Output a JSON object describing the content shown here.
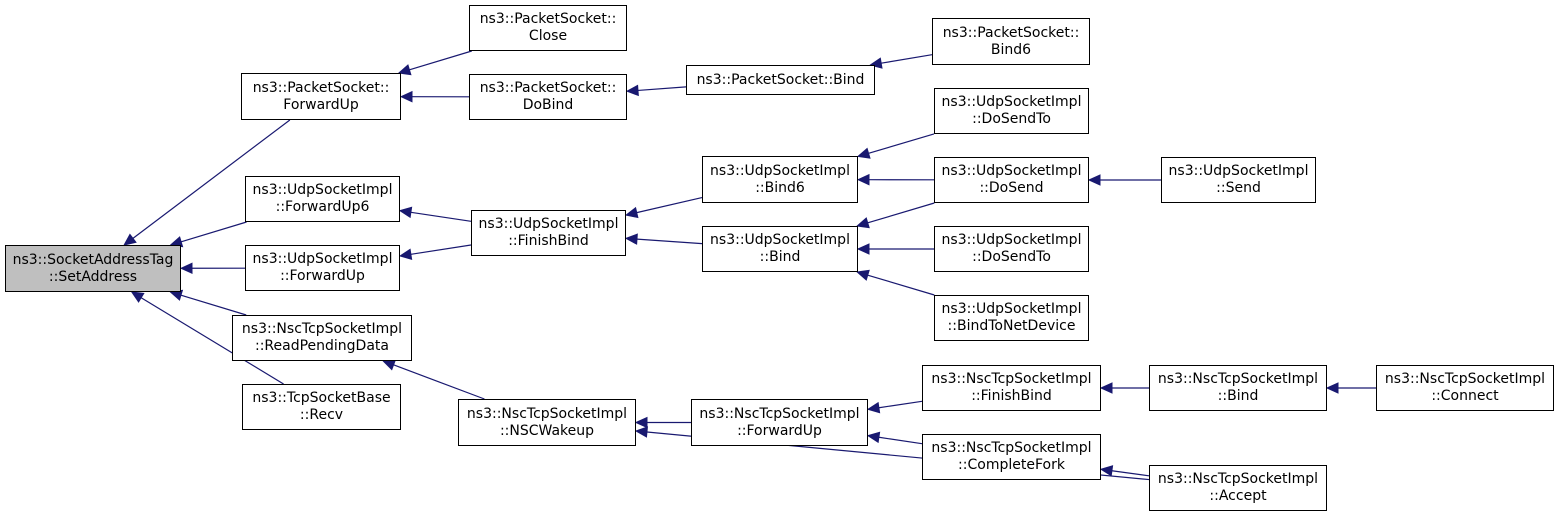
{
  "colors": {
    "edge": "#191970",
    "border": "#000000",
    "root_fill": "#bfbfbf",
    "node_fill": "#ffffff"
  },
  "nodes": {
    "root": {
      "line1": "ns3::SocketAddressTag",
      "line2": "::SetAddress"
    },
    "ps_fwd": {
      "line1": "ns3::PacketSocket::",
      "line2": "ForwardUp"
    },
    "ps_close": {
      "line1": "ns3::PacketSocket::",
      "line2": "Close"
    },
    "ps_dobind": {
      "line1": "ns3::PacketSocket::",
      "line2": "DoBind"
    },
    "ps_bind": {
      "line1": "ns3::PacketSocket::Bind"
    },
    "ps_bind6": {
      "line1": "ns3::PacketSocket::",
      "line2": "Bind6"
    },
    "udp_fwd6": {
      "line1": "ns3::UdpSocketImpl",
      "line2": "::ForwardUp6"
    },
    "udp_fwd": {
      "line1": "ns3::UdpSocketImpl",
      "line2": "::ForwardUp"
    },
    "udp_finish": {
      "line1": "ns3::UdpSocketImpl",
      "line2": "::FinishBind"
    },
    "udp_bind6": {
      "line1": "ns3::UdpSocketImpl",
      "line2": "::Bind6"
    },
    "udp_bind": {
      "line1": "ns3::UdpSocketImpl",
      "line2": "::Bind"
    },
    "udp_dosendto1": {
      "line1": "ns3::UdpSocketImpl",
      "line2": "::DoSendTo"
    },
    "udp_dosend": {
      "line1": "ns3::UdpSocketImpl",
      "line2": "::DoSend"
    },
    "udp_send": {
      "line1": "ns3::UdpSocketImpl",
      "line2": "::Send"
    },
    "udp_dosendto2": {
      "line1": "ns3::UdpSocketImpl",
      "line2": "::DoSendTo"
    },
    "udp_bindnd": {
      "line1": "ns3::UdpSocketImpl",
      "line2": "::BindToNetDevice"
    },
    "nsc_read": {
      "line1": "ns3::NscTcpSocketImpl",
      "line2": "::ReadPendingData"
    },
    "tcp_recv": {
      "line1": "ns3::TcpSocketBase",
      "line2": "::Recv"
    },
    "nsc_wake": {
      "line1": "ns3::NscTcpSocketImpl",
      "line2": "::NSCWakeup"
    },
    "nsc_fwd": {
      "line1": "ns3::NscTcpSocketImpl",
      "line2": "::ForwardUp"
    },
    "nsc_finish": {
      "line1": "ns3::NscTcpSocketImpl",
      "line2": "::FinishBind"
    },
    "nsc_complete": {
      "line1": "ns3::NscTcpSocketImpl",
      "line2": "::CompleteFork"
    },
    "nsc_bind": {
      "line1": "ns3::NscTcpSocketImpl",
      "line2": "::Bind"
    },
    "nsc_connect": {
      "line1": "ns3::NscTcpSocketImpl",
      "line2": "::Connect"
    },
    "nsc_accept": {
      "line1": "ns3::NscTcpSocketImpl",
      "line2": "::Accept"
    }
  },
  "edges": [
    {
      "from": "ps_fwd",
      "to": "root"
    },
    {
      "from": "udp_fwd6",
      "to": "root"
    },
    {
      "from": "udp_fwd",
      "to": "root"
    },
    {
      "from": "nsc_read",
      "to": "root"
    },
    {
      "from": "tcp_recv",
      "to": "root"
    },
    {
      "from": "ps_close",
      "to": "ps_fwd"
    },
    {
      "from": "ps_dobind",
      "to": "ps_fwd"
    },
    {
      "from": "ps_bind",
      "to": "ps_dobind"
    },
    {
      "from": "ps_bind6",
      "to": "ps_bind"
    },
    {
      "from": "udp_finish",
      "to": "udp_fwd6"
    },
    {
      "from": "udp_finish",
      "to": "udp_fwd"
    },
    {
      "from": "udp_bind6",
      "to": "udp_finish"
    },
    {
      "from": "udp_bind",
      "to": "udp_finish"
    },
    {
      "from": "udp_dosendto1",
      "to": "udp_bind6"
    },
    {
      "from": "udp_dosend",
      "to": "udp_bind6"
    },
    {
      "from": "udp_dosend",
      "to": "udp_bind"
    },
    {
      "from": "udp_dosendto2",
      "to": "udp_bind"
    },
    {
      "from": "udp_bindnd",
      "to": "udp_bind"
    },
    {
      "from": "udp_send",
      "to": "udp_dosend"
    },
    {
      "from": "nsc_wake",
      "to": "nsc_read"
    },
    {
      "from": "nsc_fwd",
      "to": "nsc_wake"
    },
    {
      "from": "nsc_accept",
      "to": "nsc_wake"
    },
    {
      "from": "nsc_finish",
      "to": "nsc_fwd"
    },
    {
      "from": "nsc_complete",
      "to": "nsc_fwd"
    },
    {
      "from": "nsc_bind",
      "to": "nsc_finish"
    },
    {
      "from": "nsc_accept",
      "to": "nsc_complete"
    },
    {
      "from": "nsc_connect",
      "to": "nsc_bind"
    }
  ]
}
